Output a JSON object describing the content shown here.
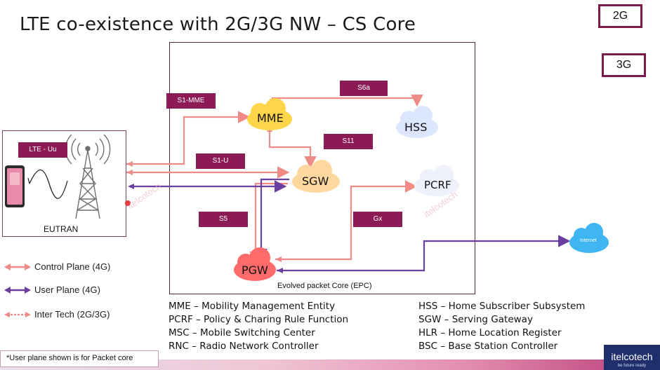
{
  "title": "LTE co-existence with 2G/3G NW – CS Core",
  "tabs": {
    "t2g": "2G",
    "t3g": "3G"
  },
  "nodes": {
    "mme": "MME",
    "hss": "HSS",
    "sgw": "SGW",
    "pcrf": "PCRF",
    "pgw": "PGW",
    "internet": "Internet"
  },
  "interfaces": {
    "s1mme": "S1-MME",
    "s6a": "S6a",
    "s11": "S11",
    "s1u": "S1-U",
    "s5": "S5",
    "gx": "Gx",
    "lteuu": "LTE - Uu"
  },
  "boxes": {
    "eutran": "EUTRAN",
    "epc": "Evolved packet Core (EPC)"
  },
  "legend": {
    "control": "Control Plane (4G)",
    "user": "User Plane (4G)",
    "intertech": "Inter Tech (2G/3G)"
  },
  "definitions_left": [
    "MME – Mobility Management Entity",
    "PCRF – Policy & Charing Rule Function",
    "MSC – Mobile Switching Center",
    "RNC – Radio Network Controller"
  ],
  "definitions_right": [
    "HSS – Home Subscriber Subsystem",
    "SGW – Serving Gateway",
    "HLR – Home Location Register",
    "BSC – Base Station Controller"
  ],
  "note": "*User plane shown is for Packet core",
  "logo": {
    "name": "itelcotech",
    "tagline": "be future ready"
  },
  "watermark": "itelcotech",
  "colors": {
    "control": "#f08a86",
    "user": "#6a3fa0",
    "tag": "#8b1a55",
    "mme_cloud": "#ffd54a",
    "sgw_cloud": "#ffd8a0",
    "hss_cloud": "#dde6ff",
    "pcrf_cloud": "#eef1fb",
    "pgw_cloud": "#ff6b6b",
    "internet_cloud": "#3fb6f2"
  }
}
